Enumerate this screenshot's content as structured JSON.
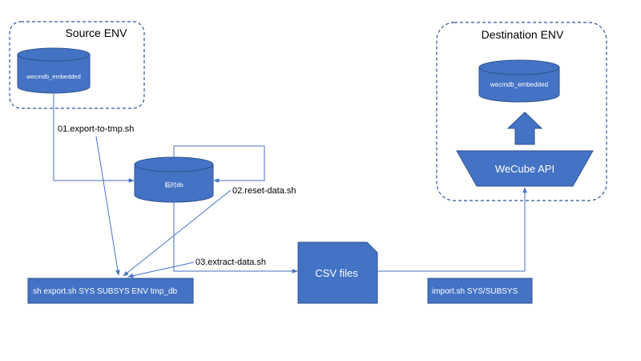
{
  "source_env": {
    "title": "Source ENV",
    "db_label": "wecmdb_embedded"
  },
  "destination_env": {
    "title": "Destination ENV",
    "db_label": "wecmdb_embedded",
    "api_label": "WeCube API"
  },
  "temp_db": {
    "label": "临时db"
  },
  "steps": {
    "export_to_tmp": "01.export-to-tmp.sh",
    "reset_data": "02.reset-data.sh",
    "extract_data": "03.extract-data.sh"
  },
  "boxes": {
    "export_cmd": "sh export.sh SYS SUBSYS ENV tmp_db",
    "csv_files": "CSV files",
    "import_cmd": "import.sh SYS/SUBSYS"
  },
  "colors": {
    "shape_fill": "#4472c4",
    "shape_stroke": "#2f528f",
    "line": "#4472c4",
    "text_dark": "#000000",
    "text_light": "#ffffff",
    "dashed_border": "#2f5597"
  }
}
